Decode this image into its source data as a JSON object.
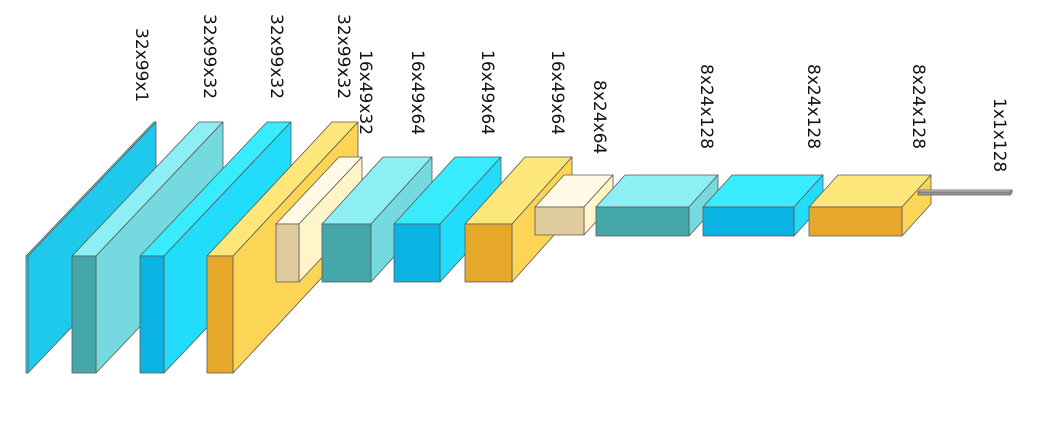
{
  "diagram": {
    "type": "cnn-architecture",
    "layers": [
      {
        "label": "32x99x1",
        "palette": "cyan"
      },
      {
        "label": "32x99x32",
        "palette": "teal"
      },
      {
        "label": "32x99x32",
        "palette": "blue"
      },
      {
        "label": "32x99x32",
        "palette": "yellow"
      },
      {
        "label": "16x49x32",
        "palette": "cream"
      },
      {
        "label": "16x49x64",
        "palette": "teal"
      },
      {
        "label": "16x49x64",
        "palette": "blue"
      },
      {
        "label": "16x49x64",
        "palette": "yellow"
      },
      {
        "label": "8x24x64",
        "palette": "cream"
      },
      {
        "label": "8x24x128",
        "palette": "teal"
      },
      {
        "label": "8x24x128",
        "palette": "blue"
      },
      {
        "label": "8x24x128",
        "palette": "yellow"
      },
      {
        "label": "1x1x128",
        "palette": "gray"
      }
    ],
    "palettes": {
      "cyan": {
        "front": "#2fd8f5",
        "top": "#5fe5fb",
        "side": "#1ec9ec"
      },
      "teal": {
        "front": "#45a7a9",
        "top": "#8deef3",
        "side": "#74dadf"
      },
      "blue": {
        "front": "#0bb3e3",
        "top": "#38ecfd",
        "side": "#22dcfb"
      },
      "yellow": {
        "front": "#e5a82b",
        "top": "#fde77a",
        "side": "#fcd556"
      },
      "cream": {
        "front": "#dfcb9c",
        "top": "#fffbe6",
        "side": "#fff5c8"
      },
      "gray": {
        "front": "#9a9a9a",
        "top": "#d6d6d6",
        "side": "#b8b8b8"
      }
    }
  }
}
